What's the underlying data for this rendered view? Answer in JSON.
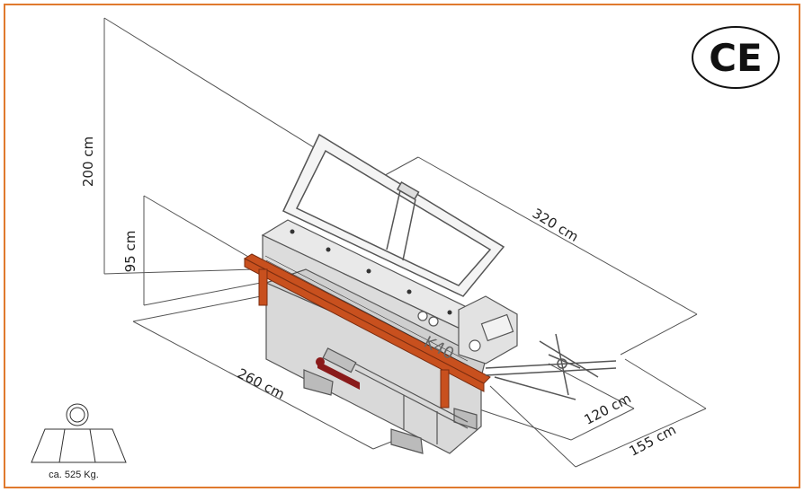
{
  "dimensions": {
    "height_total": "200 cm",
    "height_table": "95 cm",
    "length_total": "320 cm",
    "length_machine": "260 cm",
    "depth_machine": "120 cm",
    "depth_total": "155 cm"
  },
  "model_label": "K40",
  "certification": "CE",
  "weight": "ca. 525 Kg.",
  "colors": {
    "border": "#e07a2e",
    "accent": "#c8501e",
    "line": "#555555"
  }
}
